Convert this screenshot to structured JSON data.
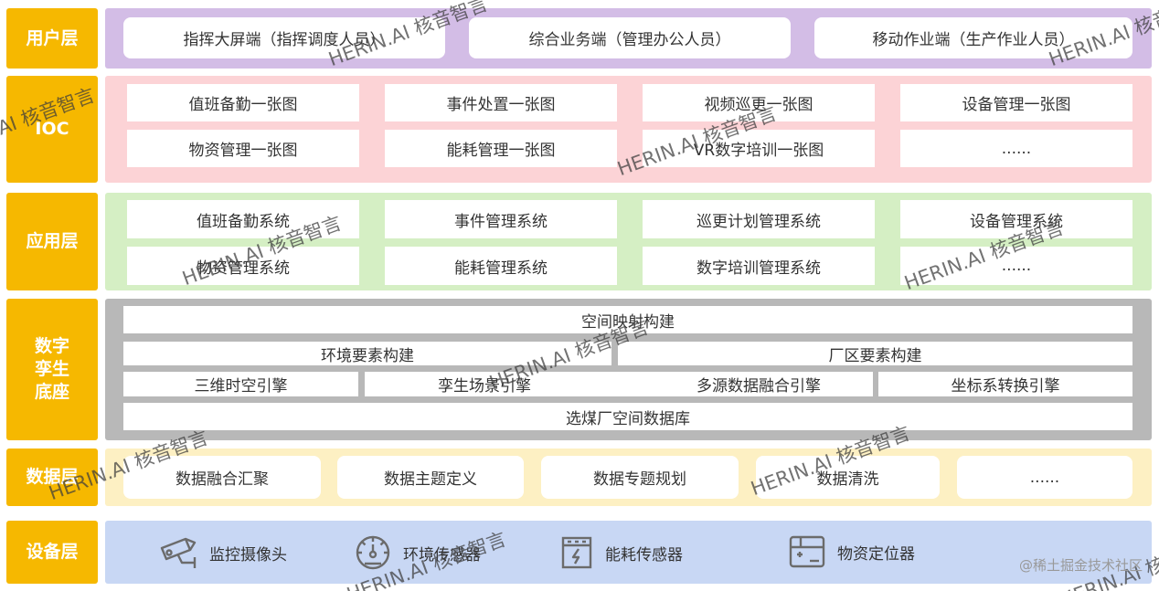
{
  "layers": {
    "user": {
      "label": "用户层",
      "items": [
        "指挥大屏端（指挥调度人员）",
        "综合业务端（管理办公人员）",
        "移动作业端（生产作业人员）"
      ]
    },
    "ioc": {
      "label": "IOC",
      "items": [
        "值班备勤一张图",
        "事件处置一张图",
        "视频巡更一张图",
        "设备管理一张图",
        "物资管理一张图",
        "能耗管理一张图",
        "VR数字培训一张图",
        "......"
      ]
    },
    "app": {
      "label": "应用层",
      "items": [
        "值班备勤系统",
        "事件管理系统",
        "巡更计划管理系统",
        "设备管理系统",
        "物资管理系统",
        "能耗管理系统",
        "数字培训管理系统",
        "......"
      ]
    },
    "twin": {
      "label": "数字\n孪生\n底座",
      "row1": "空间映射构建",
      "row2": [
        "环境要素构建",
        "厂区要素构建"
      ],
      "row3": [
        "三维时空引擎",
        "孪生场景引擎",
        "多源数据融合引擎",
        "坐标系转换引擎"
      ],
      "row4": "选煤厂空间数据库"
    },
    "data": {
      "label": "数据层",
      "items": [
        "数据融合汇聚",
        "数据主题定义",
        "数据专题规划",
        "数据清洗",
        "......"
      ]
    },
    "device": {
      "label": "设备层",
      "items": [
        {
          "icon": "camera-icon",
          "label": "监控摄像头"
        },
        {
          "icon": "gauge-icon",
          "label": "环境传感器"
        },
        {
          "icon": "meter-icon",
          "label": "能耗传感器"
        },
        {
          "icon": "box-locator-icon",
          "label": "物资定位器"
        }
      ]
    }
  },
  "watermark": "HERIN.AI 核音智言",
  "footer": "@稀土掘金技术社区",
  "colors": {
    "label_bg": "#f6b800",
    "user_bg": "#d3bde6",
    "ioc_bg": "#fcd3d6",
    "app_bg": "#d5efc4",
    "twin_bg": "#b8b8b8",
    "data_bg": "#fdf0c3",
    "device_bg": "#c8d7f4"
  }
}
